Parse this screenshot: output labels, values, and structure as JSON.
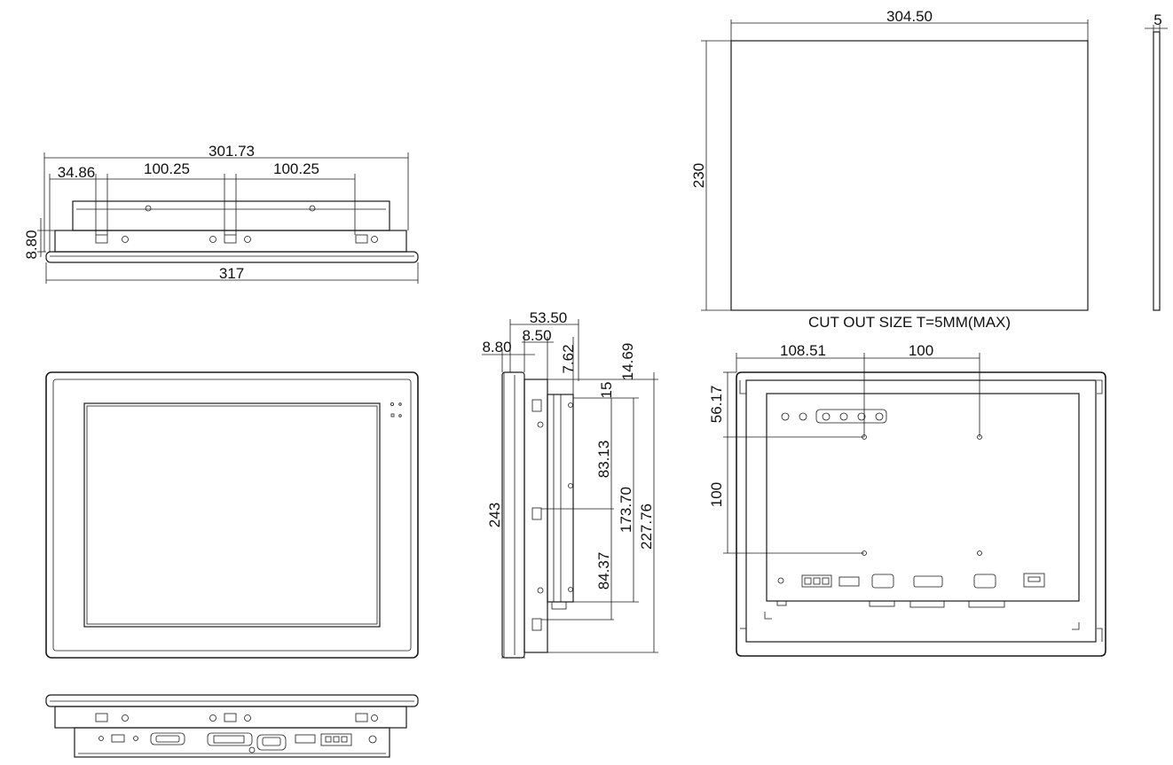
{
  "top_view": {
    "overall_width": "301.73",
    "offset_left": "34.86",
    "pitch_1": "100.25",
    "pitch_2": "100.25",
    "bezel_depth": "8.80",
    "bezel_width": "317"
  },
  "cutout": {
    "width": "304.50",
    "height": "230",
    "thickness": "5",
    "caption": "CUT OUT SIZE T=5MM(MAX)"
  },
  "side_view": {
    "total_depth": "53.50",
    "bezel_depth": "8.80",
    "frame_depth": "8.50",
    "bracket_offset": "7.62",
    "top_offset_1": "14.69",
    "top_offset_2": "15",
    "hole_pitch_1": "83.13",
    "hole_pitch_2": "84.37",
    "hole_span": "173.70",
    "body_height": "227.76",
    "overall_height": "243"
  },
  "rear_view": {
    "vesa_offset_x": "108.51",
    "vesa_pitch_x": "100",
    "vesa_offset_y": "56.17",
    "vesa_pitch_y": "100"
  }
}
